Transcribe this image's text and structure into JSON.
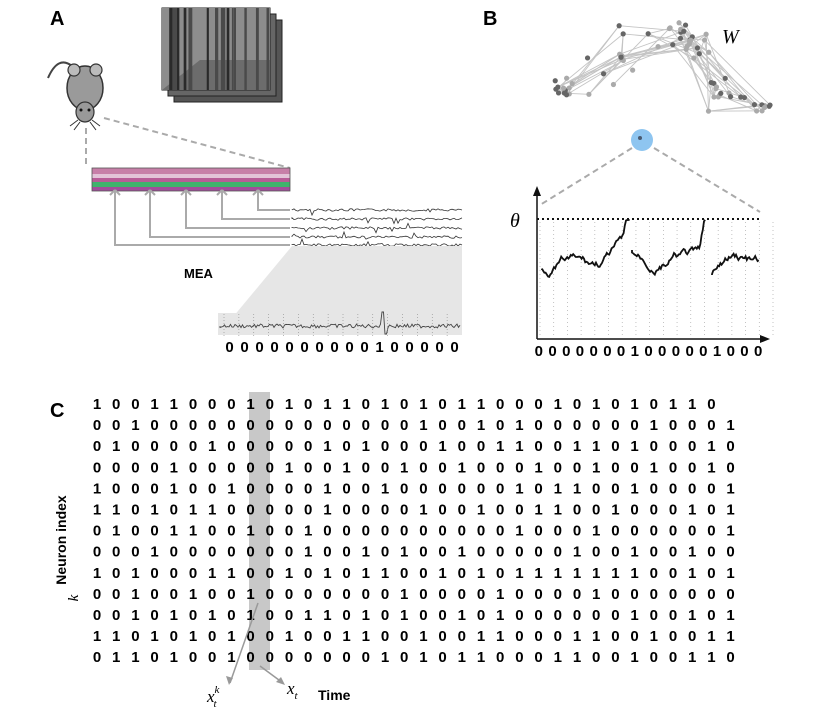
{
  "panels": {
    "a": "A",
    "b": "B",
    "c": "C"
  },
  "panel_a": {
    "mea_label": "MEA",
    "spike_binary": "0000000000100000"
  },
  "panel_b": {
    "w_label": "W",
    "theta_label": "θ",
    "spike_binary": "00000001000001000"
  },
  "panel_c": {
    "y_axis_label": "Neuron index",
    "k_label": "k",
    "x_axis_label": "Time",
    "xtk_base": "x",
    "xtk_sub": "t",
    "xtk_sup": "k",
    "xt_base": "x",
    "xt_sub": "t",
    "highlight_column": 8,
    "highlight_row": 9,
    "matrix": [
      "1001100010101101010110001010101 10",
      "0010000000000000010010100000010001",
      "0100001000001010001001100110100010",
      "0000100000100100100100010010010010",
      "1000100100001001000000101100100001",
      "1101011000001000010010011001000101",
      "0100110010010000000000100010000001",
      "0001000000010010100100000100100100",
      "1010001100101011001010111111100101",
      "0010010010000000100001000010000000",
      "0010101010011010100101000000100101",
      "1101010100100110010011000110010011",
      "0110100100000001010110001100100110"
    ]
  },
  "colors": {
    "highlight": "#c8c8c8",
    "neuron_blue": "#8ec5f0",
    "gray_line": "#aaaaaa"
  }
}
